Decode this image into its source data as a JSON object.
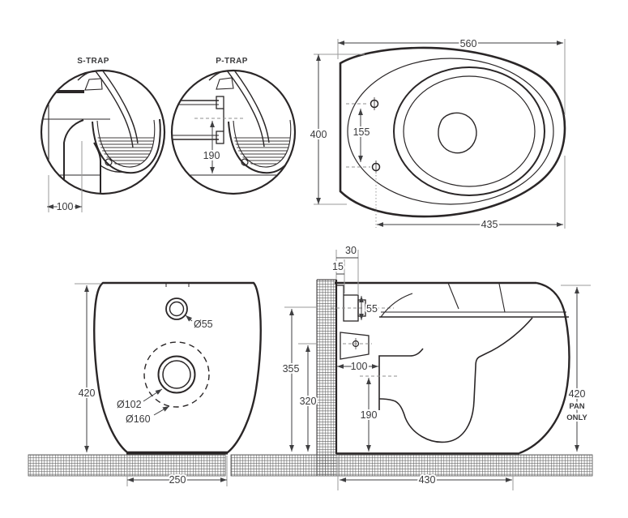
{
  "document_type": "toilet pan installation dimension drawing",
  "colors": {
    "line": "#2a2627",
    "dimension": "#3f3f41",
    "extension": "#9a9a9a",
    "background": "#ffffff"
  },
  "s_trap": {
    "title": "S-TRAP",
    "setout": "100"
  },
  "p_trap": {
    "title": "P-TRAP",
    "outlet_height": "190"
  },
  "top_view": {
    "overall_width": "560",
    "overall_depth": "400",
    "hole_spacing": "155",
    "seat_length": "435"
  },
  "front_view": {
    "height": "420",
    "inlet_dia": "Ø55",
    "outlet_dia": "Ø102",
    "recess_dia": "Ø160",
    "base_width": "250"
  },
  "side_view": {
    "rim_offset": "30",
    "ledge_offset": "15",
    "inlet_height": "55",
    "inlet_cl_height": "355",
    "fixing_height": "320",
    "outlet_setout": "100",
    "outlet_cl_height": "190",
    "depth": "430",
    "pan_height": "420",
    "pan_only_line1": "PAN",
    "pan_only_line2": "ONLY"
  }
}
